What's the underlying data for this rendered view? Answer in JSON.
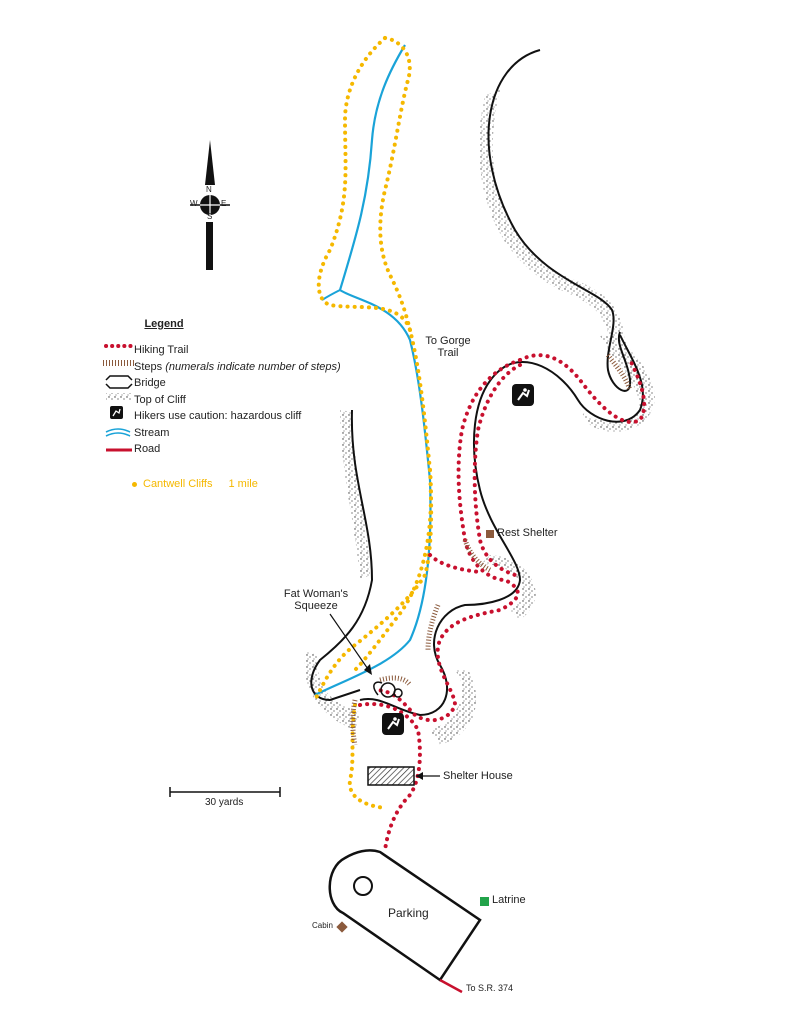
{
  "legend": {
    "title": "Legend",
    "items": {
      "hiking_trail": "Hiking Trail",
      "steps": "Steps",
      "steps_note": "(numerals indicate number of steps)",
      "bridge": "Bridge",
      "top_of_cliff": "Top of Cliff",
      "hazard": "Hikers use caution: hazardous cliff",
      "stream": "Stream",
      "road": "Road"
    },
    "route": {
      "name": "Cantwell Cliffs",
      "distance": "1 mile"
    }
  },
  "compass": {
    "n": "N",
    "s": "S",
    "e": "E",
    "w": "W"
  },
  "labels": {
    "gorge_trail_1": "To Gorge",
    "gorge_trail_2": "Trail",
    "rest_shelter": "Rest Shelter",
    "fat_woman_1": "Fat Woman's",
    "fat_woman_2": "Squeeze",
    "shelter_house": "Shelter House",
    "parking": "Parking",
    "latrine": "Latrine",
    "cabin": "Cabin",
    "to_sr": "To S.R. 374"
  },
  "scale": {
    "label": "30 yards"
  },
  "colors": {
    "trail_red": "#c8102e",
    "trail_yellow": "#f5b800",
    "stream": "#1aa3d8",
    "steps": "#8b5a3c",
    "latrine": "#22a34a",
    "cabin": "#8b5a3c",
    "road": "#c8102e"
  }
}
